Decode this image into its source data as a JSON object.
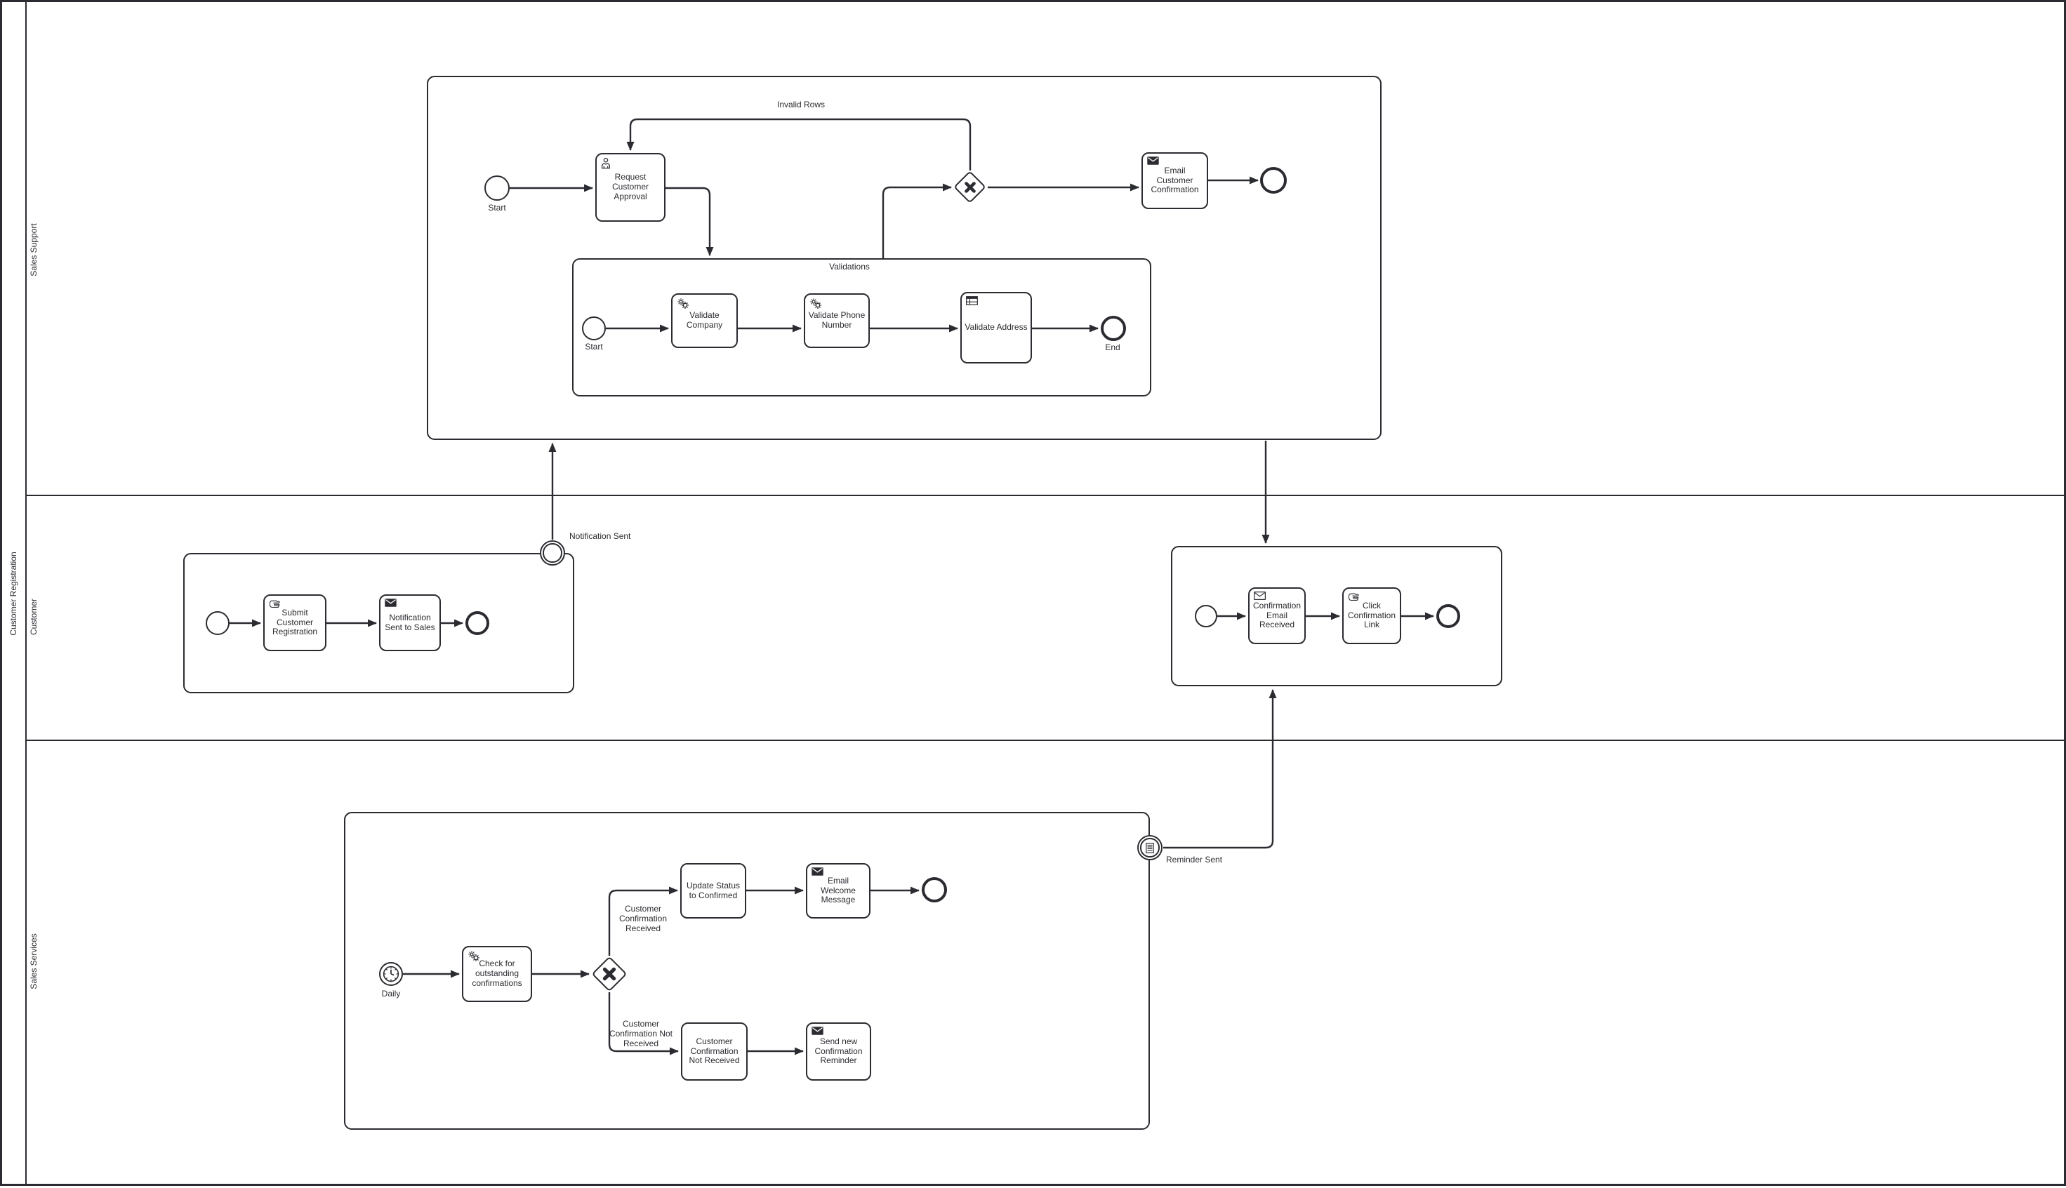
{
  "pool": {
    "label": "Customer Registration"
  },
  "lanes": [
    {
      "label": "Sales Support"
    },
    {
      "label": "Customer"
    },
    {
      "label": "Sales Services"
    }
  ],
  "sales_support": {
    "start_label": "Start",
    "request_customer_approval": "Request Customer Approval",
    "invalid_rows_label": "Invalid Rows",
    "validations": {
      "title": "Validations",
      "start_label": "Start",
      "validate_company": "Validate Company",
      "validate_phone_number": "Validate Phone Number",
      "validate_address": "Validate Address",
      "end_label": "End"
    },
    "email_customer_confirmation": "Email Customer Confirmation"
  },
  "customer": {
    "notification_sent_label": "Notification Sent",
    "submit_customer_registration": "Submit Customer Registration",
    "notification_sent_to_sales": "Notification Sent to Sales",
    "confirmation_email_received": "Confirmation Email Received",
    "click_confirmation_link": "Click Confirmation Link"
  },
  "sales_services": {
    "daily_label": "Daily",
    "check_for_outstanding_confirmations": "Check for outstanding confirmations",
    "customer_confirmation_received_label": "Customer Confirmation Received",
    "customer_confirmation_not_received_label": "Customer Confirmation Not Received",
    "update_status_to_confirmed": "Update Status to Confirmed",
    "email_welcome_message": "Email Welcome Message",
    "customer_confirmation_not_received": "Customer Confirmation Not Received",
    "send_new_confirmation_reminder": "Send new Confirmation Reminder",
    "reminder_sent_label": "Reminder Sent"
  },
  "colors": {
    "stroke": "#2b2c31",
    "background": "#ffffff"
  }
}
